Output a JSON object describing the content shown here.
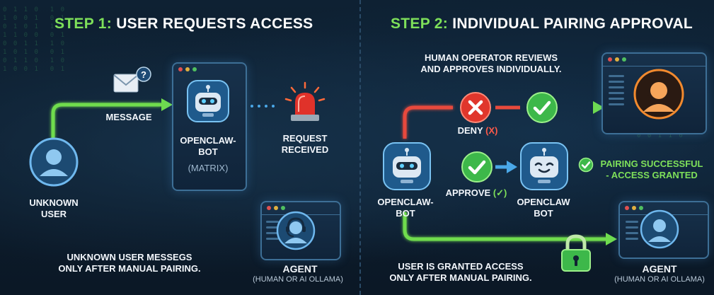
{
  "step1": {
    "prefix": "STEP 1:",
    "title": "USER REQUESTS ACCESS",
    "message_label": "MESSAGE",
    "unknown_user": [
      "UNKNOWN",
      "USER"
    ],
    "bot_name": [
      "OPENCLAW-",
      "BOT"
    ],
    "bot_sub": "(MATRIX)",
    "request": [
      "REQUEST",
      "RECEIVED"
    ],
    "note": [
      "UNKNOWN USER MESSEGS",
      "ONLY AFTER MANUAL PAIRING."
    ],
    "agent": "AGENT",
    "agent_sub": "(HUMAN OR AI OLLAMA)"
  },
  "step2": {
    "prefix": "STEP 2:",
    "title": "INDIVIDUAL PAIRING APPROVAL",
    "operator_note": [
      "HUMAN OPERATOR REVIEWS",
      "AND APPROVES INDIVIDUALLY."
    ],
    "deny": "DENY",
    "deny_mark": "(X)",
    "approve": "APPROVE",
    "approve_mark": "(✓)",
    "bot_left": [
      "OPENCLAW-",
      "BOT"
    ],
    "bot_right": [
      "OPENCLAW",
      "BOT"
    ],
    "success": [
      "PAIRING SUCCESSFUL",
      "- ACCESS GRANTED"
    ],
    "granted": [
      "USER IS GRANTED ACCESS",
      "ONLY AFTER MANUAL PAIRING."
    ],
    "agent": "AGENT",
    "agent_sub": "(HUMAN OR AI OLLAMA)"
  },
  "colors": {
    "green": "#7ee05a",
    "red": "#e84a3c",
    "blue": "#4aa8e8",
    "background": "#0c1b2b"
  },
  "icons": [
    "envelope-icon",
    "question-icon",
    "robot-icon",
    "siren-icon",
    "user-icon",
    "headset-agent-icon",
    "x-icon",
    "check-icon",
    "lock-icon"
  ]
}
